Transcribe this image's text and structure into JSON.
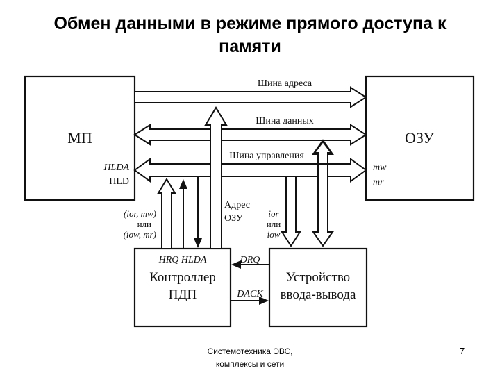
{
  "title": {
    "line1": "Обмен данными в режиме прямого доступа к",
    "line2": "памяти"
  },
  "blocks": {
    "mp": "МП",
    "ozu": "ОЗУ",
    "controller_line1": "Контроллер",
    "controller_line2": "ПДП",
    "device_line1": "Устройство",
    "device_line2": "ввода-вывода"
  },
  "buses": {
    "address": "Шина адреса",
    "data": "Шина данных",
    "control": "Шина управления"
  },
  "signals": {
    "hlda": "HLDA",
    "hld": "HLD",
    "mw": "mw",
    "mr": "mr",
    "hrq_hlda": "HRQ HLDA",
    "drq": "DRQ",
    "dack": "DACK",
    "ior_mw": "(ior, mw)",
    "or1": "или",
    "iow_mr": "(iow, mr)",
    "address_ozu_line1": "Адрес",
    "address_ozu_line2": "ОЗУ",
    "ior": "ior",
    "or2": "или",
    "iow": "iow"
  },
  "footer": {
    "line1": "Системотехника ЭВС,",
    "line2": "комплексы и сети"
  },
  "page_number": "7"
}
